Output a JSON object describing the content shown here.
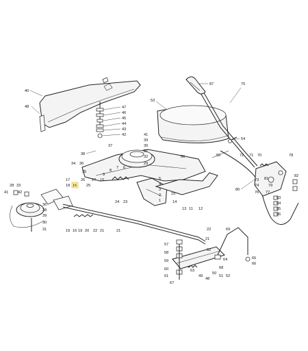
{
  "highlight": {
    "color": "#fff3b0",
    "border": "#e0b800"
  },
  "callouts": {
    "c1": "1",
    "c2": "2",
    "c3": "3",
    "c4": "4",
    "c5": "5",
    "c6": "6",
    "c7": "7",
    "c8": "8",
    "c9": "9",
    "c10": "10",
    "c11": "11",
    "c12": "12",
    "c13": "13",
    "c14": "14",
    "c15": "15",
    "c16": "16",
    "c17": "17",
    "c18": "18",
    "c19": "19",
    "c20": "20",
    "c21": "21",
    "c22": "22",
    "c23": "23",
    "c24": "24",
    "c25": "25",
    "c26": "26",
    "c27": "27",
    "c28": "28",
    "c29": "29",
    "c30": "30",
    "c31": "31",
    "c32": "32",
    "c33": "33",
    "c34": "34",
    "c35": "35",
    "c36": "36",
    "c37": "37",
    "c38": "38",
    "c39": "39",
    "c40": "40",
    "c41": "41",
    "c42": "42",
    "c43": "43",
    "c44": "44",
    "c45": "45",
    "c46": "46",
    "c47": "47",
    "c48": "48",
    "c49": "49",
    "c50": "50",
    "c51": "51",
    "c52": "52",
    "c53": "53",
    "c54": "54",
    "c55": "55",
    "c56": "56",
    "c57": "57",
    "c58": "58",
    "c59": "59",
    "c60": "60",
    "c61": "61",
    "c62": "62",
    "c63": "63",
    "c64": "64",
    "c65": "65",
    "c66": "66",
    "c67": "67",
    "c68": "68",
    "c69": "69",
    "c70": "70",
    "c71": "71",
    "c72": "72",
    "c73": "73",
    "c74": "74",
    "c75": "75",
    "c76": "76",
    "c77": "77",
    "c78": "78",
    "c79": "79",
    "c80": "80",
    "c81": "81",
    "c82": "82",
    "c83": "83",
    "c84": "84",
    "c85": "85",
    "c86": "86",
    "c87": "87"
  }
}
